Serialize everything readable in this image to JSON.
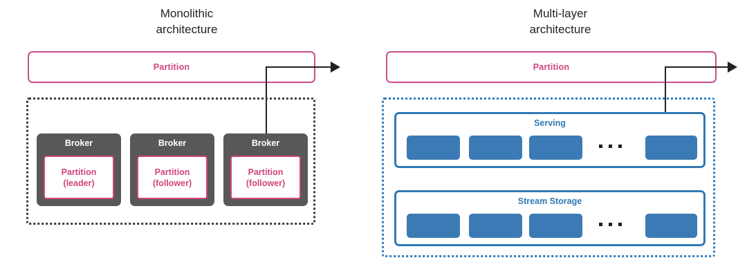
{
  "diagram": {
    "title_left": "Monolithic\narchitecture",
    "title_right": "Multi-layer\narchitecture",
    "colors": {
      "pink": "#d1457e",
      "pink_border": "#c94f8b",
      "blue": "#3179b5",
      "blue_fill": "#3b7ab5",
      "gray_broker": "#585858",
      "dotted_dark": "#3b3b3b",
      "dotted_blue": "#2f7cc0",
      "text_dark": "#231f20"
    }
  },
  "monolithic": {
    "title": "Monolithic\narchitecture",
    "partition_bar": {
      "label": "Partition"
    },
    "brokers": [
      {
        "name": "Broker",
        "partition_line1": "Partition",
        "partition_line2": "(leader)"
      },
      {
        "name": "Broker",
        "partition_line1": "Partition",
        "partition_line2": "(follower)"
      },
      {
        "name": "Broker",
        "partition_line1": "Partition",
        "partition_line2": "(follower)"
      }
    ]
  },
  "multilayer": {
    "title": "Multi-layer\narchitecture",
    "partition_bar": {
      "label": "Partition"
    },
    "layers": [
      {
        "label": "Serving",
        "cell_count": 4,
        "ellipsis": "..."
      },
      {
        "label": "Stream Storage",
        "cell_count": 4,
        "ellipsis": "..."
      }
    ]
  }
}
